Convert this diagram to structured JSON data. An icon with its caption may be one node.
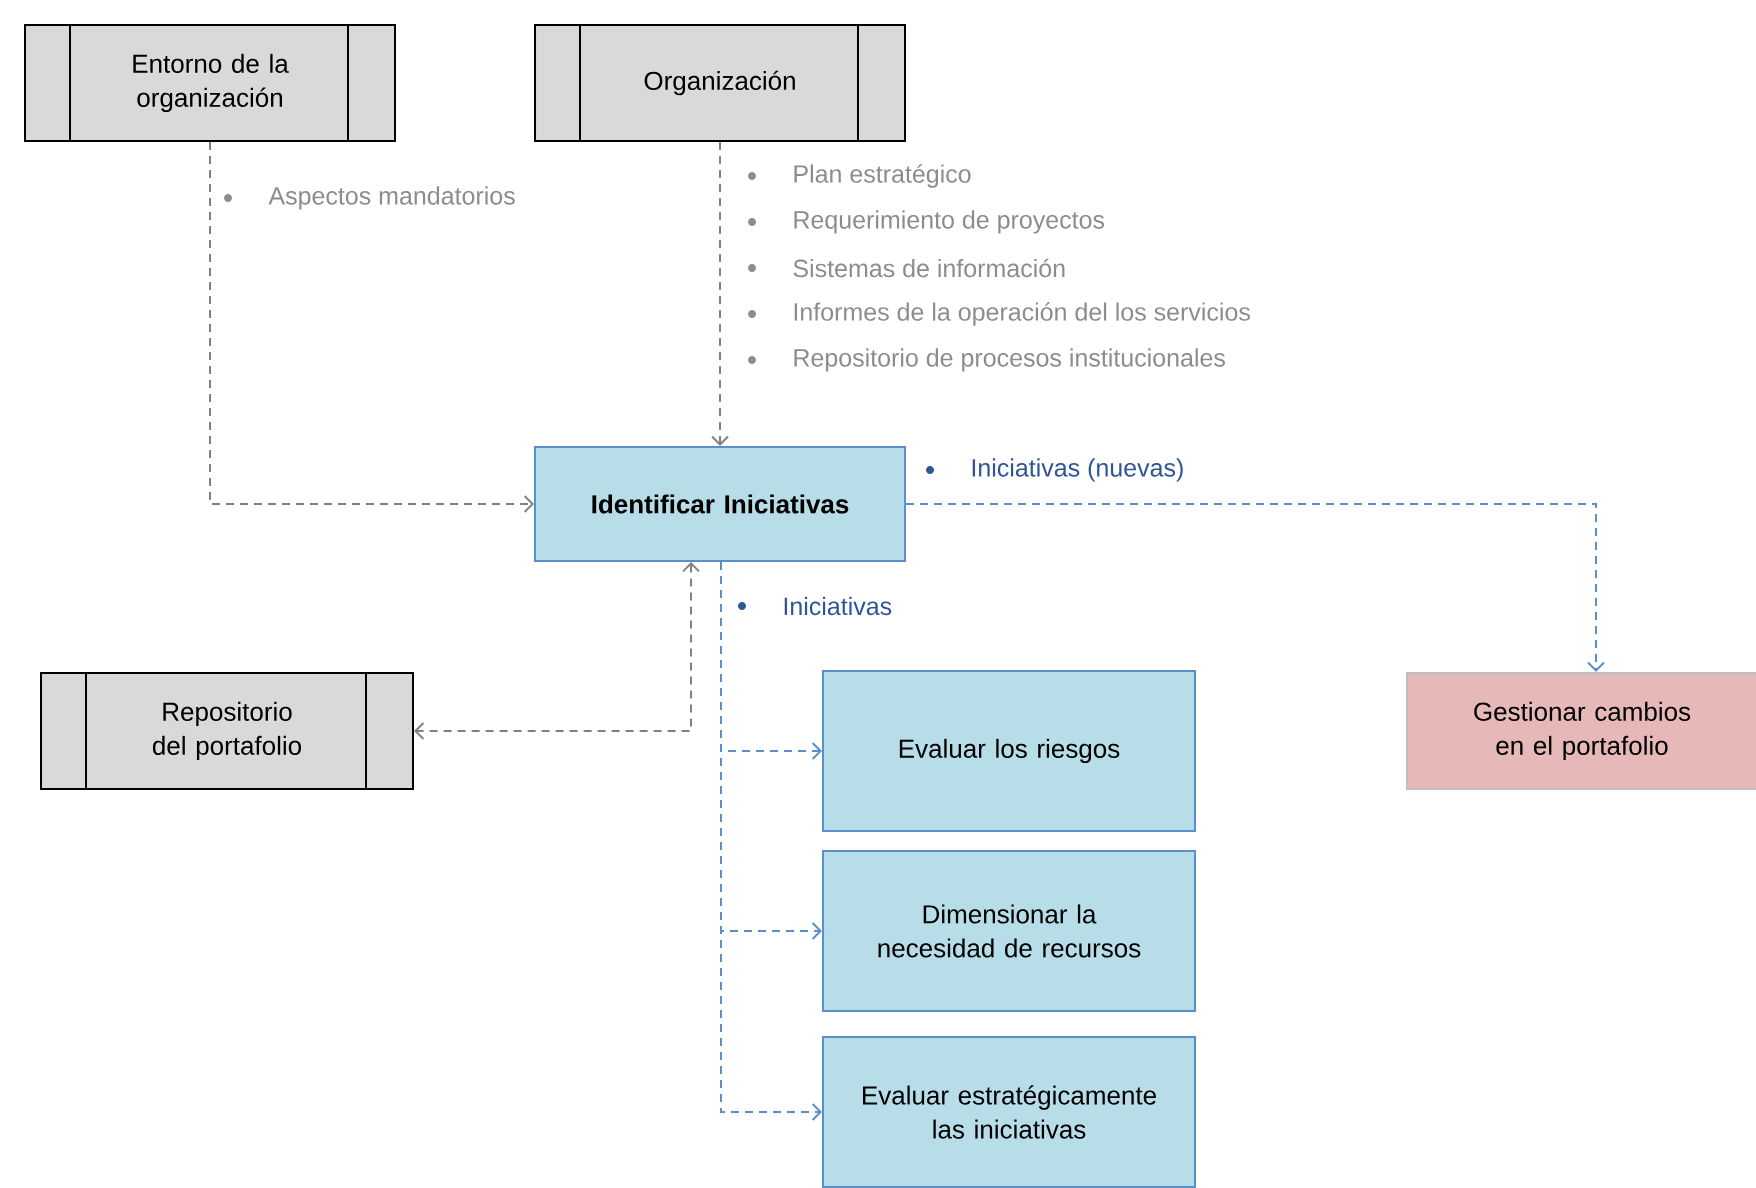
{
  "diagram": {
    "nodes": [
      {
        "text": [
          "Entorno de la organización"
        ]
      },
      {
        "text": [
          "Organización"
        ]
      },
      {
        "text": [
          "Identificar Iniciativas"
        ]
      },
      {
        "text": [
          "Repositorio del portafolio"
        ]
      },
      {
        "text": [
          "Gestionar cambios en el portafolio"
        ]
      },
      {
        "text": [
          "Evaluar los riesgos"
        ]
      },
      {
        "text": [
          "Dimensionar la necesidad de recursos"
        ]
      },
      {
        "text": [
          "Evaluar estratégicamente las iniciativas"
        ]
      }
    ],
    "edges": [
      {
        "from": 0,
        "to": 2,
        "arrow": "to",
        "style": "dashed",
        "color": "#808080"
      },
      {
        "from": 1,
        "to": 2,
        "arrow": "to",
        "style": "dashed",
        "color": "#808080"
      },
      {
        "from": 2,
        "to": 3,
        "arrow": "both",
        "style": "dashed",
        "color": "#808080"
      },
      {
        "from": 2,
        "to": 4,
        "arrow": "to",
        "style": "dashed"
      },
      {
        "from": 2,
        "to": 5,
        "arrow": "to",
        "style": "dashed"
      },
      {
        "from": 2,
        "to": 6,
        "arrow": "to",
        "style": "dashed"
      },
      {
        "from": 2,
        "to": 7,
        "arrow": "to",
        "style": "dashed"
      }
    ],
    "labels": [
      "Aspectos mandatorios",
      "Plan estratégico",
      "Requerimiento de proyectos",
      "Sistemas de información",
      "Informes de la operación del los  servicios",
      "Repositorio de procesos institucionales",
      "Iniciativas  (nuevas)",
      "Iniciativas"
    ]
  }
}
